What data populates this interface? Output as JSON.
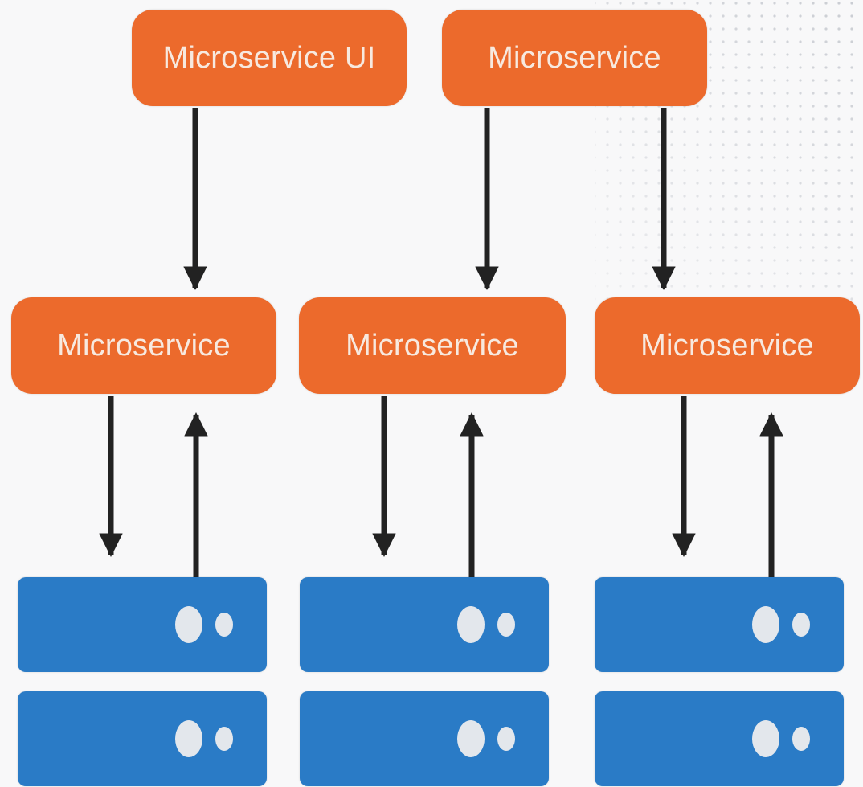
{
  "diagram": {
    "top_services": [
      {
        "label": "Microservice UI"
      },
      {
        "label": "Microservice"
      }
    ],
    "mid_services": [
      {
        "label": "Microservice"
      },
      {
        "label": "Microservice"
      },
      {
        "label": "Microservice"
      }
    ],
    "databases": [
      {
        "servers": 2
      },
      {
        "servers": 2
      },
      {
        "servers": 2
      }
    ],
    "colors": {
      "service_fill": "#ec6a2c",
      "service_text": "#f7e9df",
      "server_fill": "#2a7bc6",
      "server_led": "#e3e7ec",
      "arrow": "#222222",
      "background": "#f8f8f9"
    },
    "icons": [
      "arrow-down-icon",
      "arrow-up-icon",
      "server-icon",
      "status-led-icon"
    ]
  }
}
